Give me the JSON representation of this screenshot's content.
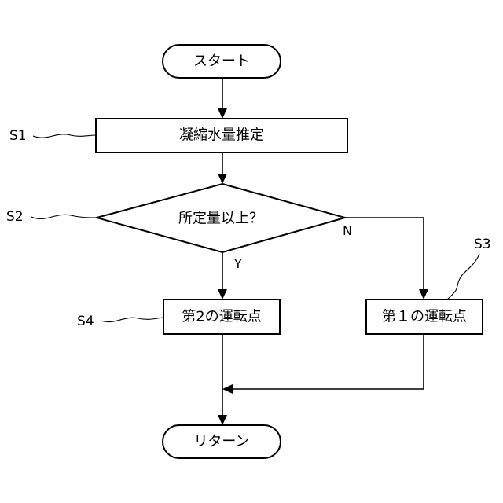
{
  "nodes": {
    "start": {
      "label": "スタート"
    },
    "s1": {
      "label": "凝縮水量推定"
    },
    "s2": {
      "label": "所定量以上？"
    },
    "s3": {
      "label": "第１の運転点"
    },
    "s4": {
      "label": "第2の運転点"
    },
    "end": {
      "label": "リターン"
    }
  },
  "refs": {
    "s1": "S1",
    "s2": "S2",
    "s3": "S3",
    "s4": "S4"
  },
  "branches": {
    "yes": "Y",
    "no": "N"
  }
}
